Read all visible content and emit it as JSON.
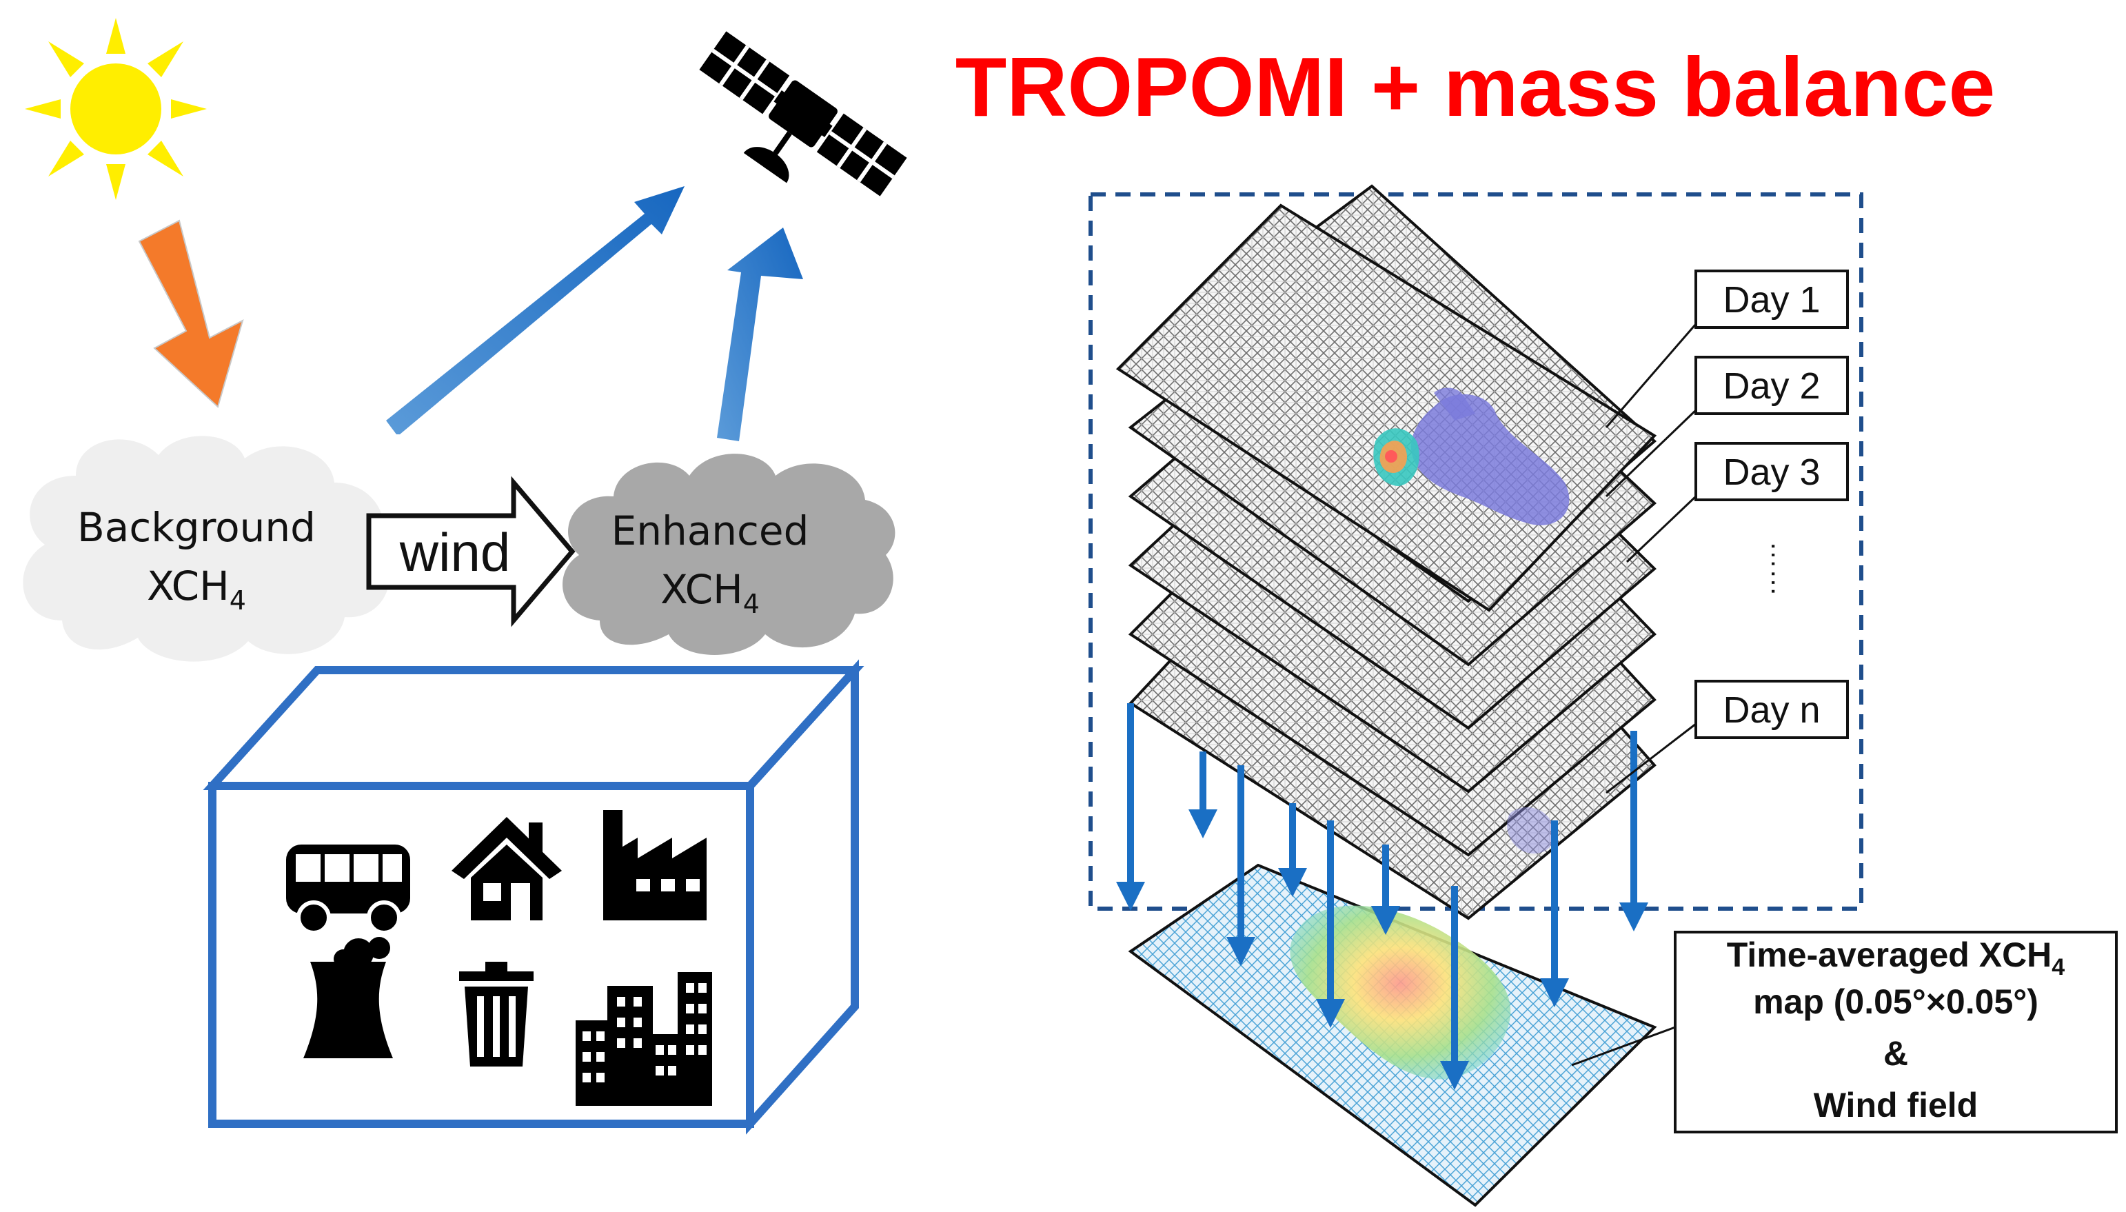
{
  "title": "TROPOMI + mass balance",
  "left_panel": {
    "background_cloud": {
      "line1": "Background",
      "line2_main": "XCH",
      "line2_sub": "4"
    },
    "enhanced_cloud": {
      "line1": "Enhanced",
      "line2_main": "XCH",
      "line2_sub": "4"
    },
    "wind_arrow": {
      "label": "wind"
    },
    "icons": [
      "sun-icon",
      "satellite-icon",
      "bus-icon",
      "house-icon",
      "factory-icon",
      "power-plant-icon",
      "trash-can-icon",
      "city-buildings-icon"
    ]
  },
  "right_panel": {
    "day_labels": [
      "Day 1",
      "Day 2",
      "Day 3",
      "Day n"
    ],
    "ellipsis": "……",
    "result_box": {
      "line1_main": "Time-averaged XCH",
      "line1_sub": "4",
      "line2": "map (0.05°×0.05°)",
      "line3": "&",
      "line4": "Wind field"
    }
  },
  "colors": {
    "title_red": "#ff0000",
    "sun_yellow": "#ffee00",
    "orange_arrow": "#f47a2a",
    "blue_arrow": "#1a6fc4",
    "box_blue": "#2f6fc4",
    "dashed_frame": "#1f4e8c",
    "light_cloud": "#efefef",
    "dark_cloud": "#a8a8a8"
  }
}
